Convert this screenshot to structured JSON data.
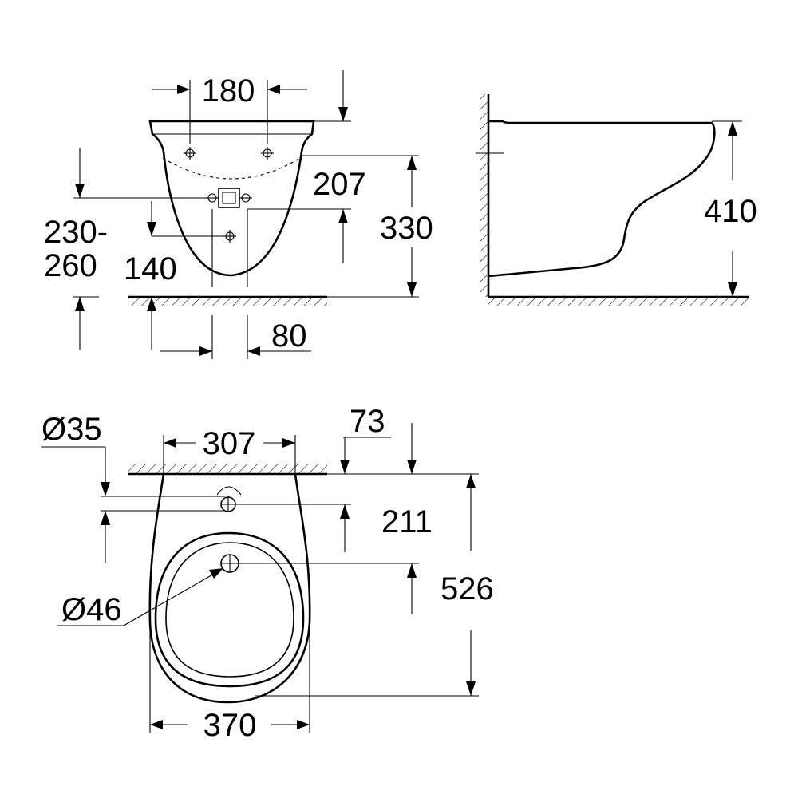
{
  "dimensions": {
    "top_hole_spacing": "180",
    "mount_height_range_a": "230-",
    "mount_height_range_b": "260",
    "inlet_height": "140",
    "outlet_to_top": "207",
    "front_height": "330",
    "outlet_width": "80",
    "side_height": "410",
    "inlet_diameter": "Ø35",
    "fixing_spacing": "307",
    "inlet_offset": "73",
    "outlet_from_wall": "211",
    "total_depth": "526",
    "outlet_diameter": "Ø46",
    "total_width": "370"
  }
}
